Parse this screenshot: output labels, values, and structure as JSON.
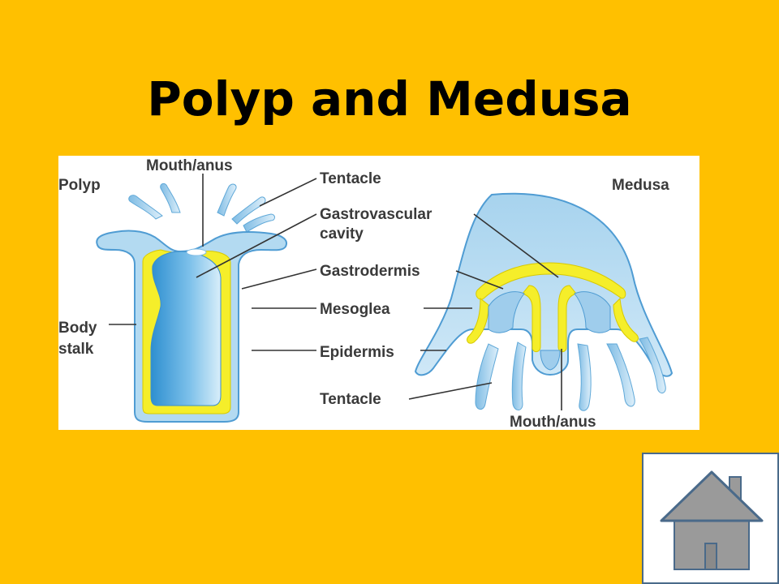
{
  "slide": {
    "title": "Polyp and Medusa"
  },
  "diagram": {
    "polyp_label": "Polyp",
    "medusa_label": "Medusa",
    "labels": {
      "mouth_anus_top": "Mouth/anus",
      "tentacle_top": "Tentacle",
      "gastrovascular_1": "Gastrovascular",
      "gastrovascular_2": "cavity",
      "gastrodermis": "Gastrodermis",
      "mesoglea": "Mesoglea",
      "epidermis": "Epidermis",
      "body_1": "Body",
      "body_2": "stalk",
      "tentacle_bottom": "Tentacle",
      "mouth_anus_bottom": "Mouth/anus"
    }
  },
  "nav": {
    "home_icon": "home-icon"
  },
  "colors": {
    "background": "#FFC000",
    "epidermis_blue": "#A9D2EC",
    "gastrodermis_yellow": "#F7EA1C",
    "cavity_blue": "#4EA6DC"
  }
}
